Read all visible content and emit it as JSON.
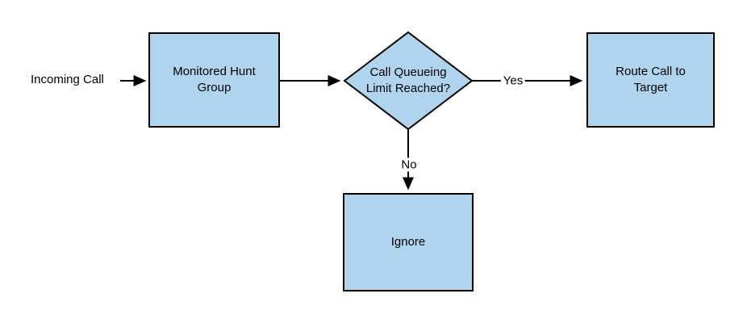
{
  "diagram": {
    "type": "flowchart",
    "colors": {
      "node_fill": "#b0d4ee",
      "node_border": "#000000",
      "connector": "#000000",
      "text": "#000000",
      "background": "#ffffff"
    },
    "nodes": {
      "incoming": {
        "shape": "label",
        "label": "Incoming Call"
      },
      "hunt_group": {
        "shape": "rectangle",
        "label": "Monitored Hunt Group"
      },
      "decision": {
        "shape": "diamond",
        "label": "Call Queueing Limit Reached?"
      },
      "route_call": {
        "shape": "rectangle",
        "label": "Route Call to Target"
      },
      "ignore": {
        "shape": "rectangle",
        "label": "Ignore"
      }
    },
    "edges": {
      "incoming_to_hunt_group": {
        "label": ""
      },
      "hunt_group_to_decision": {
        "label": ""
      },
      "decision_to_route_call": {
        "label": "Yes"
      },
      "decision_to_ignore": {
        "label": "No"
      }
    }
  }
}
